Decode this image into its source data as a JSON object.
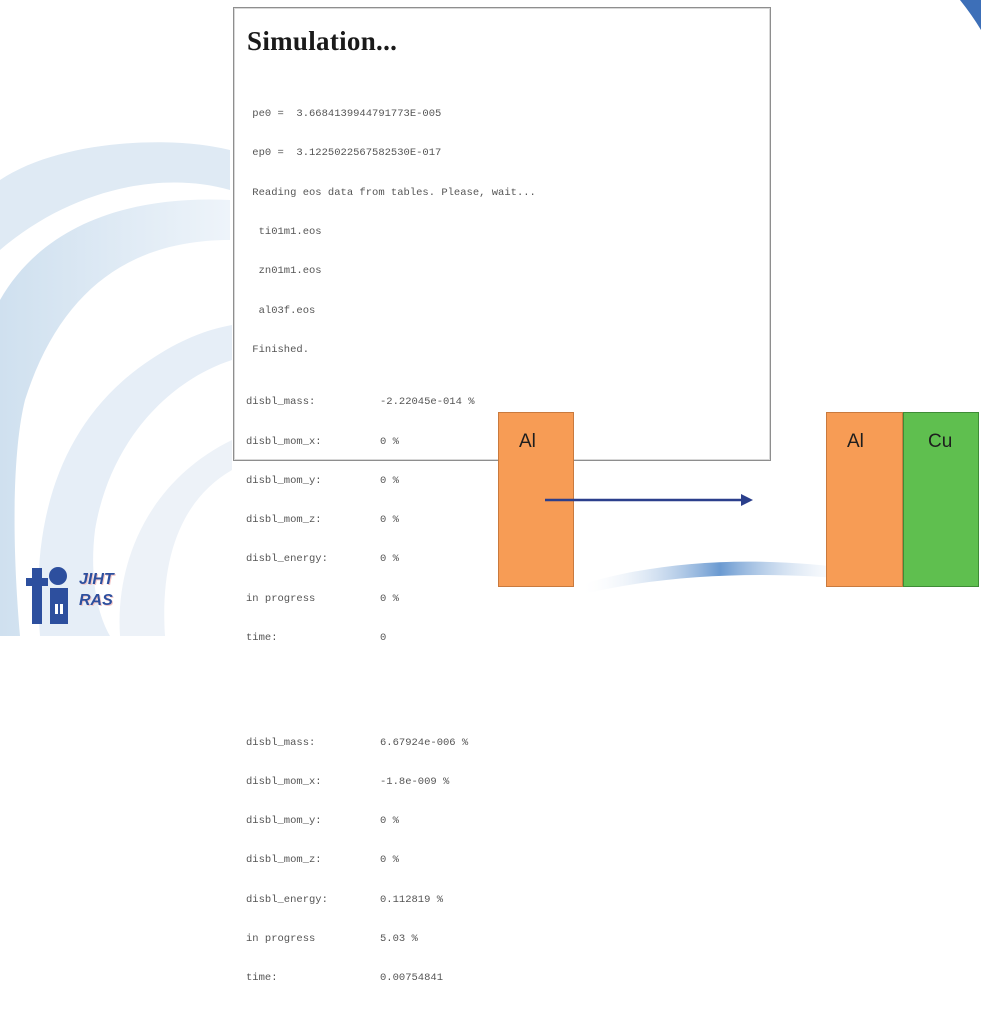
{
  "slide": {
    "title": "Simulation...",
    "console_lines": [
      " pe0 =  3.6684139944791773E-005",
      " ep0 =  3.1225022567582530E-017",
      " Reading eos data from tables. Please, wait...",
      "  ti01m1.eos",
      "  zn01m1.eos",
      "  al03f.eos",
      " Finished."
    ],
    "step1": [
      {
        "key": "disbl_mass:",
        "value": "-2.22045e-014 %"
      },
      {
        "key": "disbl_mom_x:",
        "value": "0 %"
      },
      {
        "key": "disbl_mom_y:",
        "value": "0 %"
      },
      {
        "key": "disbl_mom_z:",
        "value": "0 %"
      },
      {
        "key": "disbl_energy:",
        "value": "0 %"
      },
      {
        "key": "in progress",
        "value": "0 %"
      },
      {
        "key": "time:",
        "value": "0"
      }
    ],
    "step2": [
      {
        "key": "disbl_mass:",
        "value": "6.67924e-006 %"
      },
      {
        "key": "disbl_mom_x:",
        "value": "-1.8e-009 %"
      },
      {
        "key": "disbl_mom_y:",
        "value": "0 %"
      },
      {
        "key": "disbl_mom_z:",
        "value": "0 %"
      },
      {
        "key": "disbl_energy:",
        "value": "0.112819 %"
      },
      {
        "key": "in progress",
        "value": "5.03 %"
      },
      {
        "key": "time:",
        "value": "0.00754841"
      }
    ],
    "blocks": {
      "al_left": "Al",
      "al_right": "Al",
      "cu_right": "Cu"
    },
    "logo": {
      "line1": "JIHT",
      "line2": "RAS"
    },
    "colors": {
      "aluminum": "#f79c55",
      "copper": "#5fbf4f",
      "arrow": "#2b3f8c",
      "logo": "#2d4f9e"
    }
  }
}
